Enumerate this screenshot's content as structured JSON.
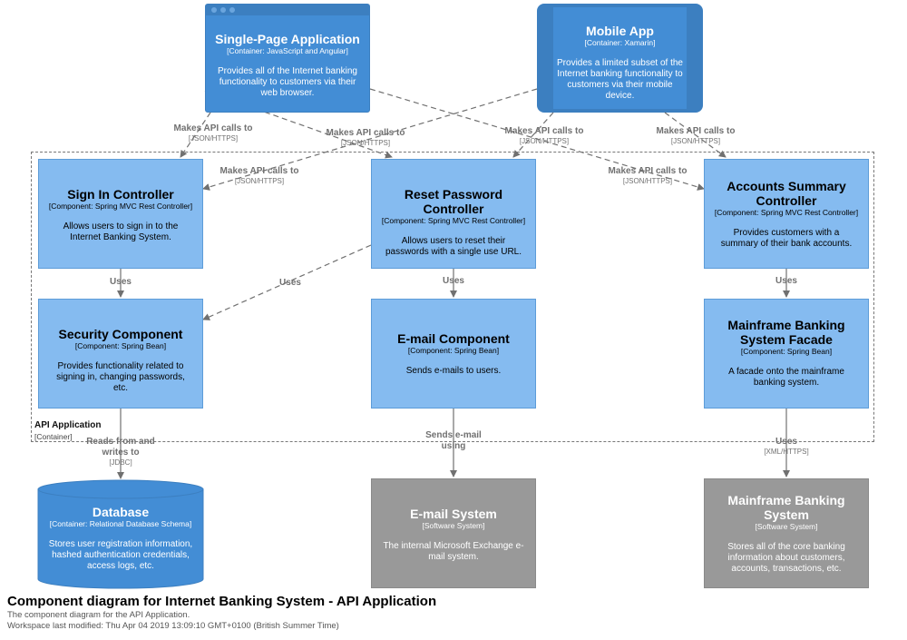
{
  "diagram": {
    "title": "Component diagram for Internet Banking System - API Application",
    "description": "The component diagram for the API Application.",
    "modified": "Workspace last modified: Thu Apr 04 2019 13:09:10 GMT+0100 (British Summer Time)",
    "boundary": {
      "name": "API Application",
      "type": "[Container]"
    }
  },
  "colors": {
    "component": "#85bbf0",
    "container": "#438dd5",
    "external_system": "#999999",
    "edge": "#707070"
  },
  "nodes": {
    "spa": {
      "name": "Single-Page Application",
      "type": "[Container: JavaScript and Angular]",
      "desc": "Provides all of the Internet banking functionality to customers via their web browser.",
      "icon": "browser-window-icon"
    },
    "mobile": {
      "name": "Mobile App",
      "type": "[Container: Xamarin]",
      "desc": "Provides a limited subset of the Internet banking functionality to customers via their mobile device.",
      "icon": "mobile-device-icon"
    },
    "signin": {
      "name": "Sign In Controller",
      "type": "[Component: Spring MVC Rest Controller]",
      "desc": "Allows users to sign in to the Internet Banking System."
    },
    "reset": {
      "name": "Reset Password Controller",
      "type": "[Component: Spring MVC Rest Controller]",
      "desc": "Allows users to reset their passwords with a single use URL."
    },
    "accounts": {
      "name": "Accounts Summary Controller",
      "type": "[Component: Spring MVC Rest Controller]",
      "desc": "Provides customers with a summary of their bank accounts."
    },
    "security": {
      "name": "Security Component",
      "type": "[Component: Spring Bean]",
      "desc": "Provides functionality related to signing in, changing passwords, etc."
    },
    "email": {
      "name": "E-mail Component",
      "type": "[Component: Spring Bean]",
      "desc": "Sends e-mails to users."
    },
    "mainframe_facade": {
      "name": "Mainframe Banking System Facade",
      "type": "[Component: Spring Bean]",
      "desc": "A facade onto the mainframe banking system."
    },
    "database": {
      "name": "Database",
      "type": "[Container: Relational Database Schema]",
      "desc": "Stores user registration information, hashed authentication credentials, access logs, etc.",
      "icon": "database-cylinder-icon"
    },
    "email_system": {
      "name": "E-mail System",
      "type": "[Software System]",
      "desc": "The internal Microsoft Exchange e-mail system."
    },
    "mainframe_system": {
      "name": "Mainframe Banking System",
      "type": "[Software System]",
      "desc": "Stores all of the core banking information about customers, accounts, transactions, etc."
    }
  },
  "edges": [
    {
      "id": "e1",
      "text": "Makes API calls to",
      "proto": "[JSON/HTTPS]"
    },
    {
      "id": "e2",
      "text": "Makes API calls to",
      "proto": "[JSON/HTTPS]"
    },
    {
      "id": "e3",
      "text": "Makes API calls to",
      "proto": "[JSON/HTTPS]"
    },
    {
      "id": "e4",
      "text": "Makes API calls to",
      "proto": "[JSON/HTTPS]"
    },
    {
      "id": "e5",
      "text": "Makes API calls to",
      "proto": "[JSON/HTTPS]"
    },
    {
      "id": "e6",
      "text": "Makes API calls to",
      "proto": "[JSON/HTTPS]"
    },
    {
      "id": "e7",
      "text": "Uses",
      "proto": ""
    },
    {
      "id": "e8",
      "text": "Uses",
      "proto": ""
    },
    {
      "id": "e9",
      "text": "Uses",
      "proto": ""
    },
    {
      "id": "e10",
      "text": "Uses",
      "proto": ""
    },
    {
      "id": "e11",
      "text": "Reads from and writes to",
      "proto": "[JDBC]"
    },
    {
      "id": "e12",
      "text": "Sends e-mail using",
      "proto": ""
    },
    {
      "id": "e13",
      "text": "Uses",
      "proto": "[XML/HTTPS]"
    }
  ]
}
